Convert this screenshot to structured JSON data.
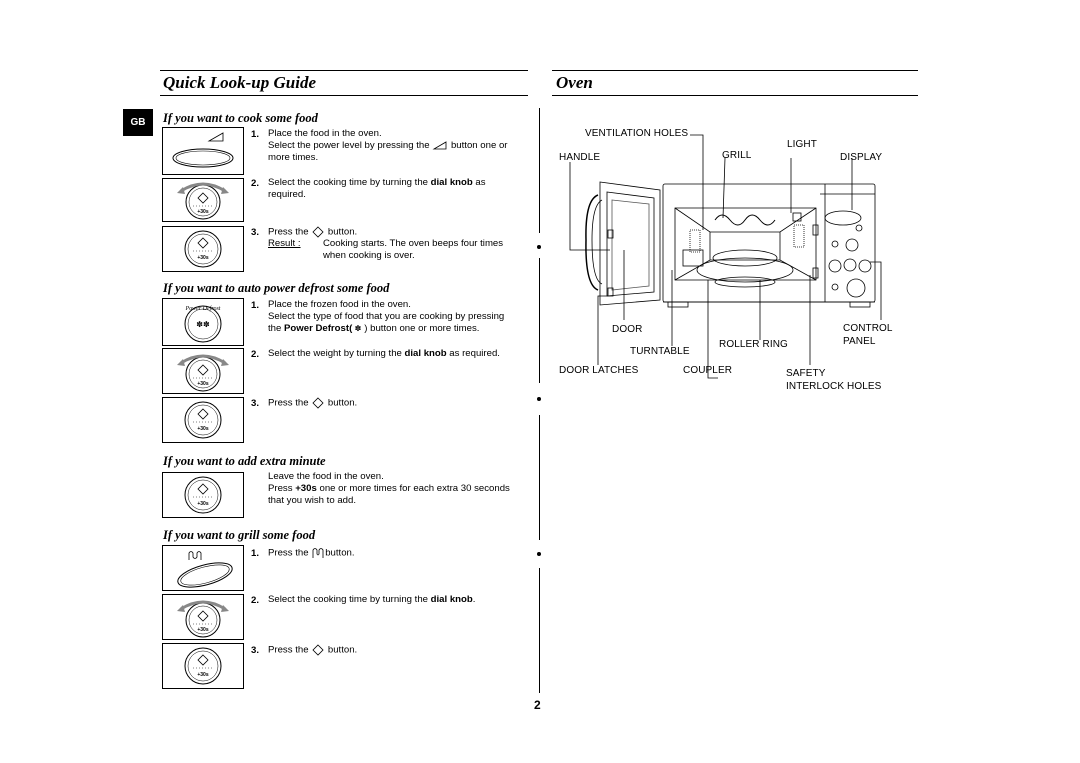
{
  "header": {
    "left_title": "Quick Look-up Guide",
    "right_title": "Oven"
  },
  "gb_tab": "GB",
  "sections": {
    "cook": {
      "title": "If you want to cook some food",
      "step1_num": "1.",
      "step1_line1": "Place the food in the oven.",
      "step1_line2a": "Select the power level by pressing the",
      "step1_line2b": "button one or",
      "step1_line3": "more times.",
      "step2_num": "2.",
      "step2_a": "Select the cooking time by turning the ",
      "step2_b": "dial knob",
      "step2_c": " as",
      "step2_line2": "required.",
      "step3_num": "3.",
      "step3_a": "Press the",
      "step3_b": "button.",
      "result_label": "Result :",
      "result_line1": "Cooking starts. The oven beeps four times",
      "result_line2": "when cooking is over."
    },
    "defrost": {
      "title": "If you want to auto power defrost some food",
      "step1_num": "1.",
      "step1_line1": "Place the frozen food in the oven.",
      "step1_line2": "Select the type of food that you are cooking by pressing",
      "step1_line3a": "the ",
      "step1_line3b": "Power Defrost",
      "step1_line3c": ") button one or more times.",
      "step2_num": "2.",
      "step2_a": "Select the weight by turning the ",
      "step2_b": "dial knob",
      "step2_c": " as required.",
      "step3_num": "3.",
      "step3_a": "Press the",
      "step3_b": "button.",
      "icon_text": "Power Defrost"
    },
    "extra": {
      "title": "If you want to add extra minute",
      "line1": "Leave the food in the oven.",
      "line2a": "Press ",
      "line2b": "+30s",
      "line2c": " one or more times for each extra 30 seconds",
      "line3": "that you wish to add."
    },
    "grill": {
      "title": "If you want to grill some food",
      "step1_num": "1.",
      "step1_a": "Press the",
      "step1_b": "button.",
      "step2_num": "2.",
      "step2_a": "Select the cooking time by turning the ",
      "step2_b": "dial knob",
      "step2_c": ".",
      "step3_num": "3.",
      "step3_a": "Press the",
      "step3_b": "button."
    }
  },
  "knob_text": "+30s",
  "oven_labels": {
    "ventilation_holes": "VENTILATION HOLES",
    "handle": "HANDLE",
    "grill": "GRILL",
    "light": "LIGHT",
    "display": "DISPLAY",
    "door": "DOOR",
    "turntable": "TURNTABLE",
    "roller_ring": "ROLLER RING",
    "control": "CONTROL",
    "panel": "PANEL",
    "door_latches": "DOOR LATCHES",
    "coupler": "COUPLER",
    "safety": "SAFETY",
    "interlock_holes": "INTERLOCK HOLES"
  },
  "page_number": "2"
}
